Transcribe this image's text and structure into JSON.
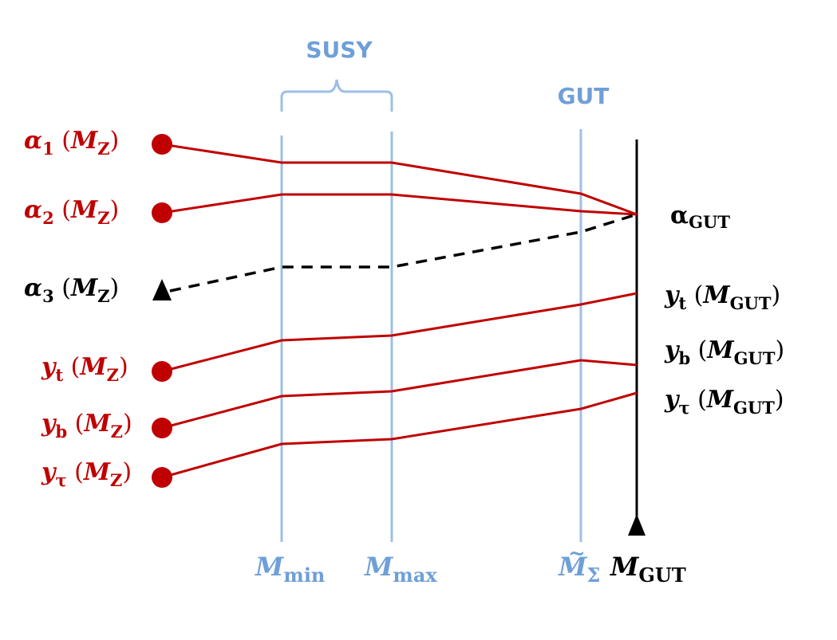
{
  "headers": {
    "susy": "SUSY",
    "gut": "GUT"
  },
  "scales": {
    "m_min": {
      "base": "M",
      "sub": "min"
    },
    "m_max": {
      "base": "M",
      "sub": "max"
    },
    "m_sigma": {
      "base": "M",
      "sub": "Σ",
      "accent": "~"
    },
    "m_gut": {
      "base": "M",
      "sub": "GUT"
    }
  },
  "left_labels": [
    {
      "id": "alpha1",
      "sym": "α",
      "sub": "1",
      "arg_base": "M",
      "arg_sub": "Z",
      "marker": "circle"
    },
    {
      "id": "alpha2",
      "sym": "α",
      "sub": "2",
      "arg_base": "M",
      "arg_sub": "Z",
      "marker": "circle"
    },
    {
      "id": "alpha3",
      "sym": "α",
      "sub": "3",
      "arg_base": "M",
      "arg_sub": "Z",
      "marker": "triangle"
    },
    {
      "id": "yt",
      "sym": "y",
      "sub": "t",
      "arg_base": "M",
      "arg_sub": "Z",
      "marker": "circle"
    },
    {
      "id": "yb",
      "sym": "y",
      "sub": "b",
      "arg_base": "M",
      "arg_sub": "Z",
      "marker": "circle"
    },
    {
      "id": "ytau",
      "sym": "y",
      "sub": "τ",
      "arg_base": "M",
      "arg_sub": "Z",
      "marker": "circle"
    }
  ],
  "right_labels": [
    {
      "id": "alpha-gut",
      "sym": "α",
      "sub": "GUT"
    },
    {
      "id": "yt-gut",
      "sym": "y",
      "sub": "t",
      "arg_base": "M",
      "arg_sub": "GUT"
    },
    {
      "id": "yb-gut",
      "sym": "y",
      "sub": "b",
      "arg_base": "M",
      "arg_sub": "GUT"
    },
    {
      "id": "ytau-gut",
      "sym": "y",
      "sub": "τ",
      "arg_base": "M",
      "arg_sub": "GUT"
    }
  ],
  "colors": {
    "couplings": "#c00000",
    "scales": "#6f9fd8",
    "gut_axis": "#000000"
  }
}
